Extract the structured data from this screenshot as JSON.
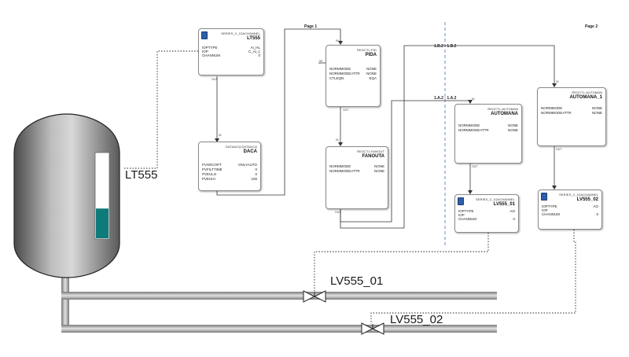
{
  "labels": {
    "tank_tag": "LT555",
    "valve1_tag": "LV555_01",
    "valve2_tag": "LV555_02",
    "page1": "Page 1",
    "page2": "Page 2",
    "offpage1": "1.B.2 - 1.B.2",
    "offpage2": "1.A.2 - 1.A.2",
    "in_pin": "IN",
    "out_pin": "OUT",
    "sp_pin": "SP"
  },
  "tank": {
    "level_percent": 35,
    "level_color": "#0f7a7a"
  },
  "blocks": {
    "lt555": {
      "type": "SERIES_C_IOACHANNEL",
      "name": "LT555",
      "params": [
        {
          "name": "IOPTYPE",
          "value": "AI_HL"
        },
        {
          "name": "IOP",
          "value": "C_AI_1"
        },
        {
          "name": "CHANNUM",
          "value": "0"
        }
      ]
    },
    "daca": {
      "type": "DATAACQ:DATAACQ",
      "name": "DACA",
      "params": [
        {
          "name": "PVSRCOPT",
          "value": "ONLYAUTO"
        },
        {
          "name": "PVFILTTIME",
          "value": "0"
        },
        {
          "name": "PVEULO",
          "value": "0"
        },
        {
          "name": "PVEUHI",
          "value": "100"
        }
      ]
    },
    "pida": {
      "type": "REGCTL:PID",
      "name": "PIDA",
      "params": [
        {
          "name": "NORMMODE",
          "value": "NONE"
        },
        {
          "name": "NORMMODEATTR",
          "value": "NONE"
        },
        {
          "name": "CTLEQN",
          "value": "EQA"
        }
      ]
    },
    "fanouta": {
      "type": "REGCTL:FANOUT",
      "name": "FANOUTA",
      "params": [
        {
          "name": "NORMMODE",
          "value": "NONE"
        },
        {
          "name": "NORMMODEATTR",
          "value": "NONE"
        }
      ]
    },
    "automana": {
      "type": "REGCTL:AUTOMAN",
      "name": "AUTOMANA",
      "params": [
        {
          "name": "NORMMODE",
          "value": "NONE"
        },
        {
          "name": "NORMMODEATTR",
          "value": "NONE"
        }
      ]
    },
    "automana1": {
      "type": "REGCTL:AUTOMAN",
      "name": "AUTOMANA_1",
      "params": [
        {
          "name": "NORMMODE",
          "value": "NONE"
        },
        {
          "name": "NORMMODEATTR",
          "value": "NONE"
        }
      ]
    },
    "lv555_01": {
      "type": "SERIES_C_IOACHANNEL",
      "name": "LV555_01",
      "params": [
        {
          "name": "IOPTYPE",
          "value": "AO"
        },
        {
          "name": "IOP",
          "value": ""
        },
        {
          "name": "CHANNUM",
          "value": "0"
        }
      ]
    },
    "lv555_02": {
      "type": "SERIES_C_IOACHANNEL",
      "name": "LV555_02",
      "params": [
        {
          "name": "IOPTYPE",
          "value": "AO"
        },
        {
          "name": "IOP",
          "value": ""
        },
        {
          "name": "CHANNUM",
          "value": "0"
        }
      ]
    }
  }
}
